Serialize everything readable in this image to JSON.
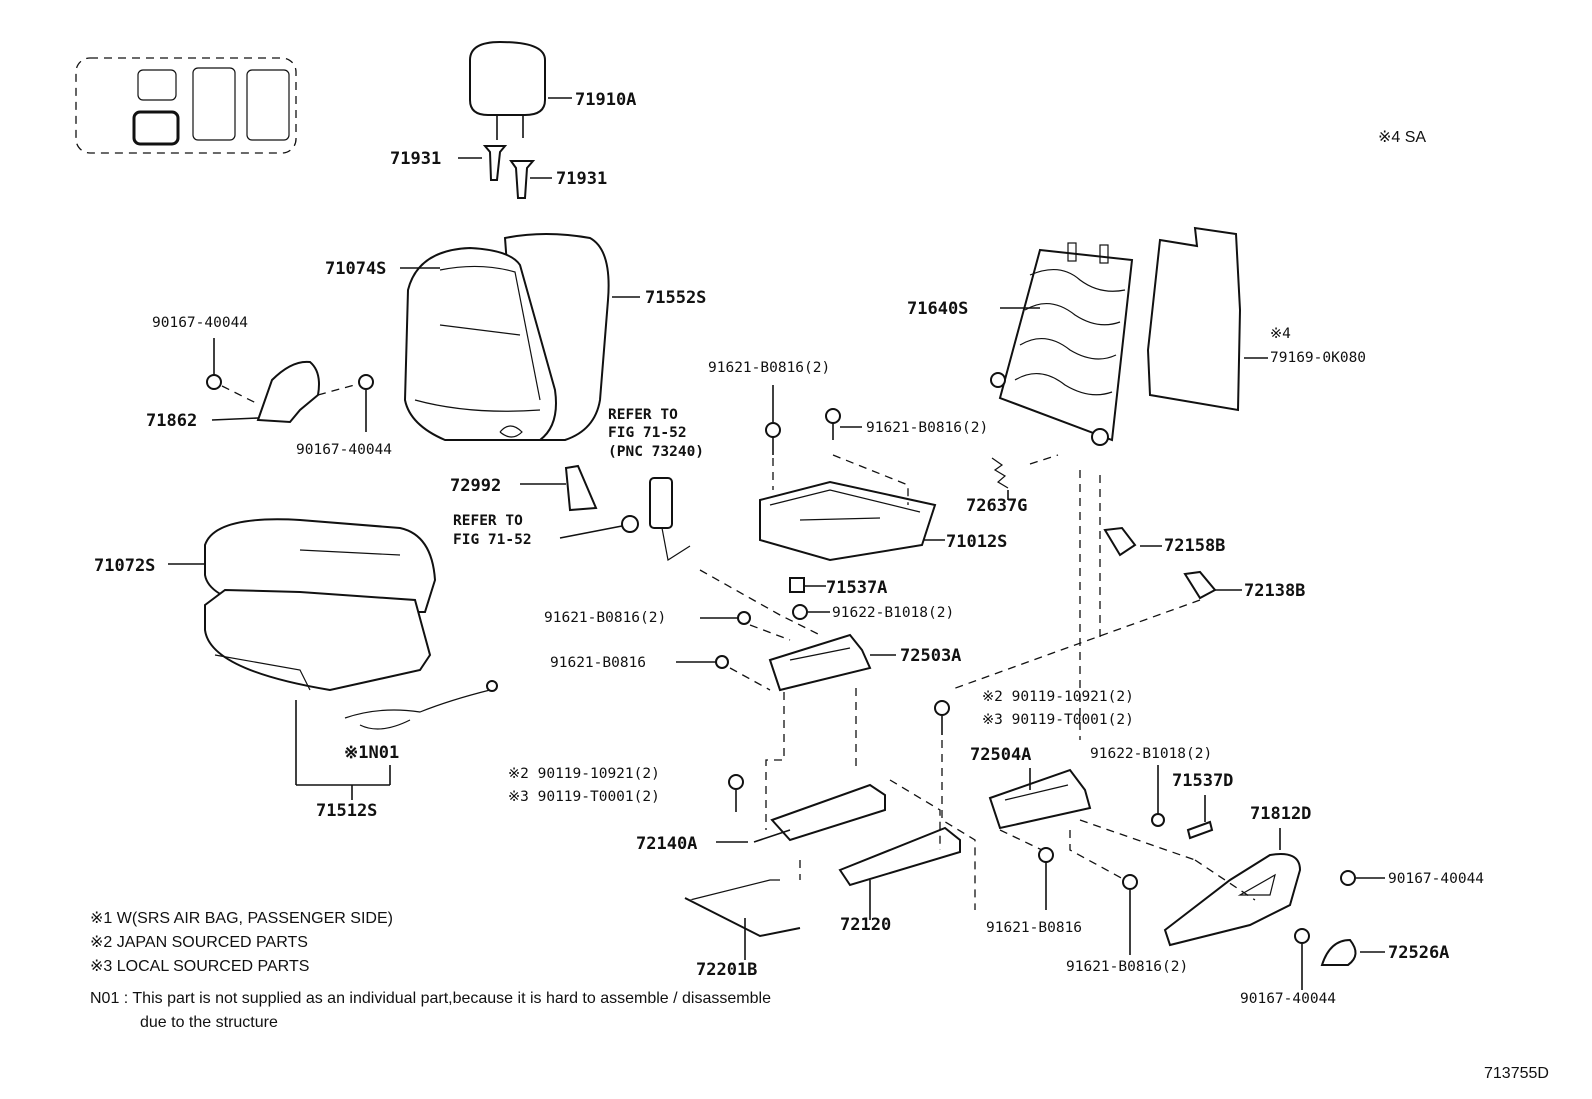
{
  "seat_icon_box": {
    "label": ""
  },
  "labels": {
    "p71910A": "71910A",
    "p71931a": "71931",
    "p71931b": "71931",
    "p71074S": "71074S",
    "p71552S": "71552S",
    "p90167_1": "90167-40044",
    "p71862": "71862",
    "p90167_2": "90167-40044",
    "p71640S": "71640S",
    "p79169": "79169-0K080",
    "n4_note": "※4",
    "sa_note": "※4 SA",
    "p91621_a": "91621-B0816(2)",
    "p91621_b": "91621-B0816(2)",
    "ref1_line1": "REFER TO",
    "ref1_line2": "FIG 71-52",
    "ref1_line3": "(PNC 73240)",
    "p72992": "72992",
    "ref2_line1": "REFER TO",
    "ref2_line2": "FIG 71-52",
    "p72637G": "72637G",
    "p71012S": "71012S",
    "p72158B": "72158B",
    "p71072S": "71072S",
    "p71537A": "71537A",
    "p72138B": "72138B",
    "p91621_c": "91621-B0816(2)",
    "p91622_a": "91622-B1018(2)",
    "p91621_d": "91621-B0816",
    "p72503A": "72503A",
    "p90119_1": "※2 90119-10921(2)",
    "p90119_2": "※3 90119-T0001(2)",
    "n1n01": "※1N01",
    "p71512S": "71512S",
    "p72504A": "72504A",
    "p91622_b": "91622-B1018(2)",
    "p71537D": "71537D",
    "p90119_3": "※2 90119-10921(2)",
    "p90119_4": "※3 90119-T0001(2)",
    "p71812D": "71812D",
    "p72140A": "72140A",
    "p90167_3": "90167-40044",
    "p72120": "72120",
    "p91621_e": "91621-B0816",
    "p72526A": "72526A",
    "p72201B": "72201B",
    "p91621_f": "91621-B0816(2)",
    "p90167_4": "90167-40044",
    "diagram_id": "713755D"
  },
  "notes": {
    "n1": "※1 W(SRS AIR BAG, PASSENGER SIDE)",
    "n2": "※2 JAPAN SOURCED PARTS",
    "n3": "※3 LOCAL SOURCED PARTS",
    "n01_line1": "N01 :  This part is not supplied as an individual part,because it is hard to assemble / disassemble",
    "n01_line2": "due to the structure"
  }
}
